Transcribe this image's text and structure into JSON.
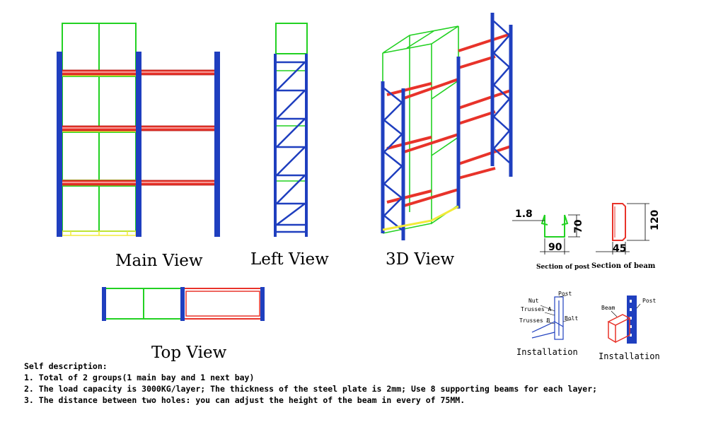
{
  "views": {
    "main": "Main View",
    "left": "Left View",
    "three_d": "3D View",
    "top": "Top View"
  },
  "sections": {
    "post_caption": "Section of post",
    "beam_caption": "Section of beam",
    "post_thickness": "1.8",
    "post_depth": "70",
    "post_width": "90",
    "beam_height": "120",
    "beam_width": "45"
  },
  "installation": {
    "caption_left": "Installation",
    "caption_right": "Installation",
    "labels_left": {
      "post": "Post",
      "nut": "Nut",
      "trusses_a": "Trusses A",
      "trusses_b": "Trusses B",
      "bolt": "Bolt"
    },
    "labels_right": {
      "beam": "Beam",
      "post": "Post"
    }
  },
  "description": {
    "heading": "Self description:",
    "lines": [
      "1. Total of 2 groups(1 main bay and 1 next bay)",
      "2. The load capacity is 3000KG/layer;  The thickness of the steel plate is 2mm; Use  8 supporting beams for each layer;",
      "3. The distance between two holes: you can adjust the height of the beam in every of 75MM."
    ]
  },
  "colors": {
    "upright": "#1f3fbf",
    "beam": "#e8332a",
    "load": "#22d122",
    "pallet": "#f2ea3a",
    "line": "#000000"
  }
}
